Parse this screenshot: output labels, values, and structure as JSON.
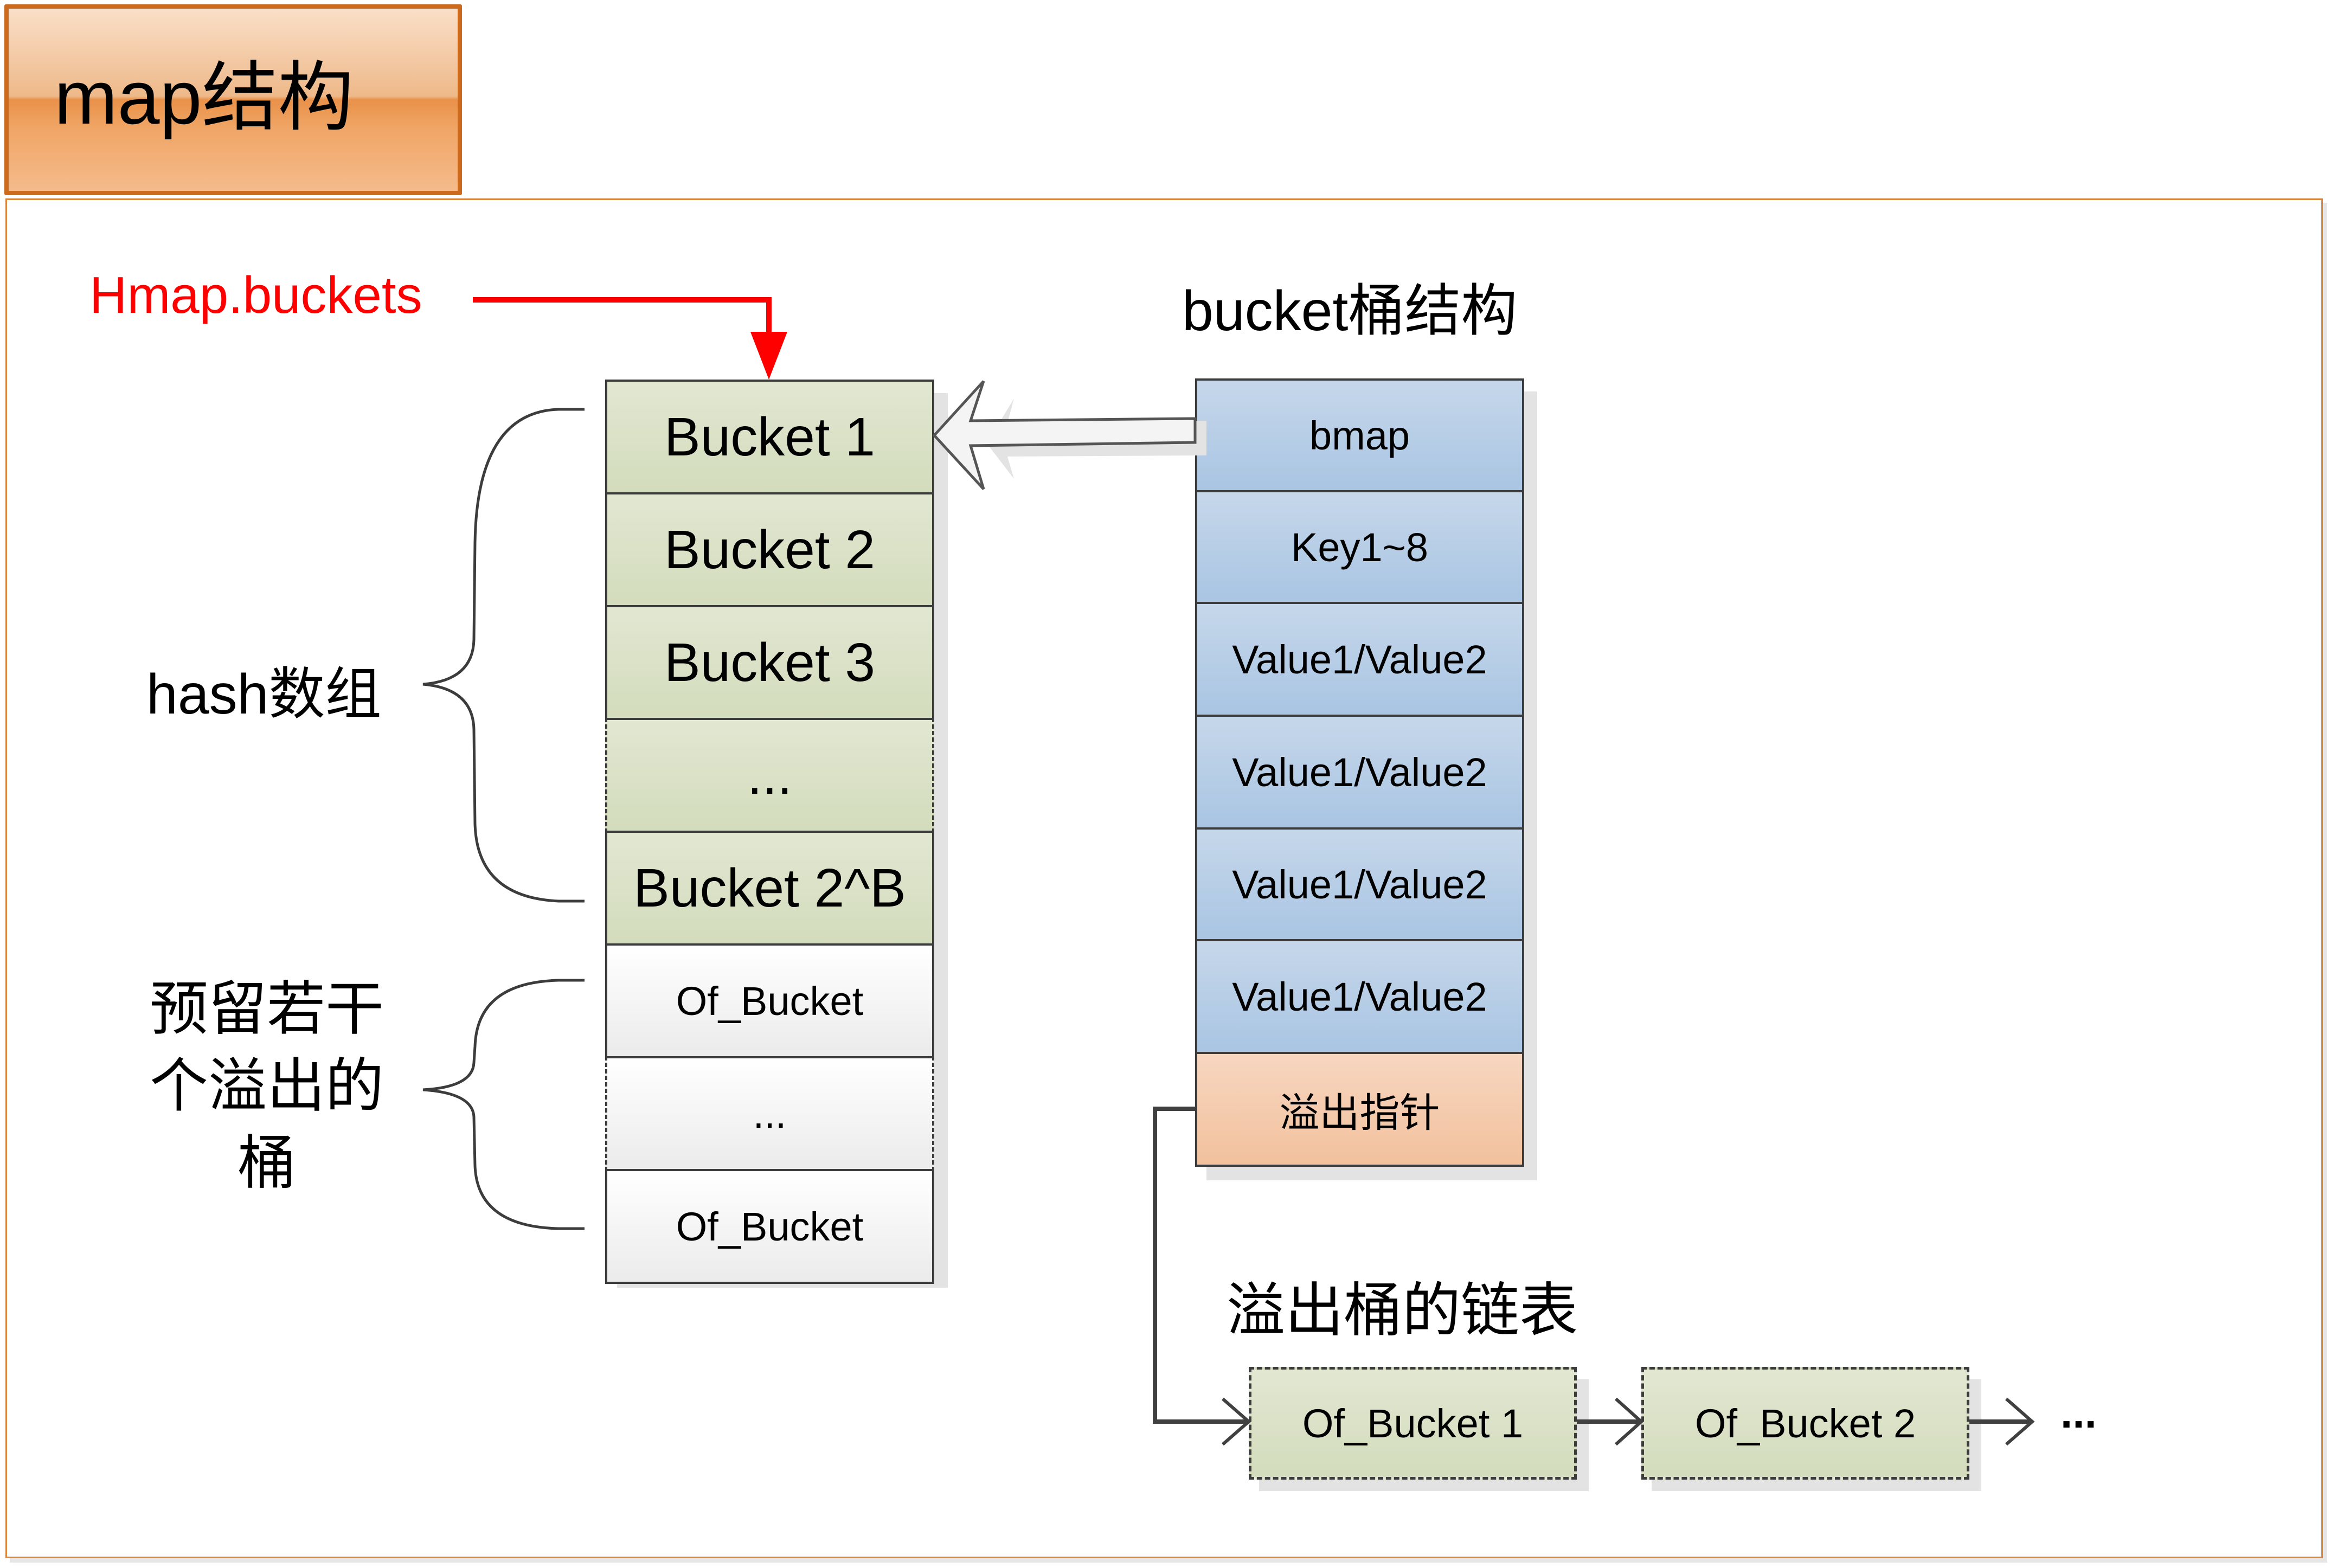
{
  "title": "map结构",
  "pointer_label": "Hmap.buckets",
  "bucket_struct_title": "bucket桶结构",
  "hash_array_label": "hash数组",
  "reserved_overflow_label": [
    "预留若干",
    "个溢出的",
    "桶"
  ],
  "hash_array": [
    {
      "label": "Bucket 1",
      "style": "solid"
    },
    {
      "label": "Bucket 2",
      "style": "solid"
    },
    {
      "label": "Bucket 3",
      "style": "solid"
    },
    {
      "label": "...",
      "style": "dashed"
    },
    {
      "label": "Bucket 2^B",
      "style": "solid"
    }
  ],
  "reserved_overflow": [
    {
      "label": "Of_Bucket",
      "style": "solid"
    },
    {
      "label": "...",
      "style": "dashed"
    },
    {
      "label": "Of_Bucket",
      "style": "solid"
    }
  ],
  "bucket_fields": [
    {
      "label": "bmap"
    },
    {
      "label": "Key1~8"
    },
    {
      "label": "Value1/Value2"
    },
    {
      "label": "Value1/Value2"
    },
    {
      "label": "Value1/Value2"
    },
    {
      "label": "Value1/Value2"
    },
    {
      "label": "溢出指针"
    }
  ],
  "overflow_list_title": "溢出桶的链表",
  "overflow_list": [
    {
      "label": "Of_Bucket 1"
    },
    {
      "label": "Of_Bucket 2"
    }
  ],
  "overflow_list_continuation": "...",
  "colors": {
    "title_border": "#cc6a1e",
    "frame_border": "#d9863e",
    "pointer": "#ff0000",
    "bucket_green": "#d9e1c6",
    "reserved_white": "#f4f4f4",
    "field_blue": "#b8cfe8",
    "overflow_pointer_peach": "#f4cbae"
  }
}
